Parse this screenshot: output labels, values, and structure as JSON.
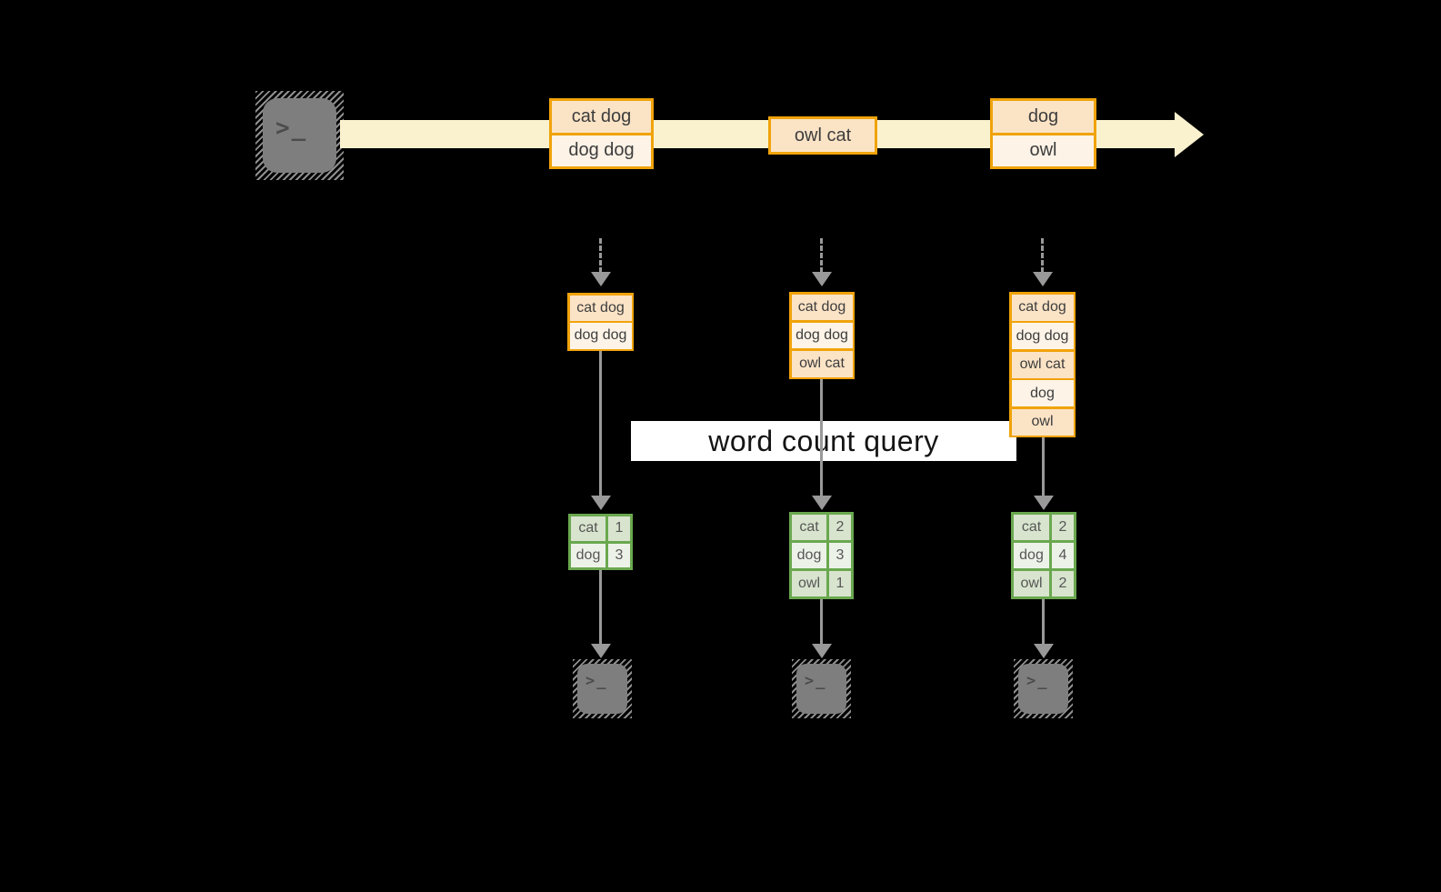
{
  "diagram": {
    "query_label": "word count query",
    "terminal_glyph": ">_",
    "stream": {
      "event_groups": [
        {
          "lines": [
            "cat dog",
            "dog dog"
          ]
        },
        {
          "lines": [
            "owl cat"
          ]
        },
        {
          "lines": [
            "dog",
            "owl"
          ]
        }
      ]
    },
    "columns": [
      {
        "state": [
          "cat dog",
          "dog dog"
        ],
        "counts": [
          [
            "cat",
            "1"
          ],
          [
            "dog",
            "3"
          ]
        ]
      },
      {
        "state": [
          "cat dog",
          "dog dog",
          "owl cat"
        ],
        "counts": [
          [
            "cat",
            "2"
          ],
          [
            "dog",
            "3"
          ],
          [
            "owl",
            "1"
          ]
        ]
      },
      {
        "state": [
          "cat dog",
          "dog dog",
          "owl cat",
          "dog",
          "owl"
        ],
        "counts": [
          [
            "cat",
            "2"
          ],
          [
            "dog",
            "4"
          ],
          [
            "owl",
            "2"
          ]
        ]
      }
    ],
    "colors": {
      "background": "#000000",
      "stream_band": "#FAF2CF",
      "event_border": "#F0A30A",
      "event_fill_dark": "#FBE3C6",
      "event_fill_light": "#FDF3E7",
      "table_border": "#6AA84F",
      "table_fill_dark": "#D8E4CE",
      "table_fill_light": "#EDF2E9",
      "arrow_gray": "#999999",
      "terminal_gray": "#7E7E7E",
      "query_background": "#FFFFFF"
    }
  }
}
